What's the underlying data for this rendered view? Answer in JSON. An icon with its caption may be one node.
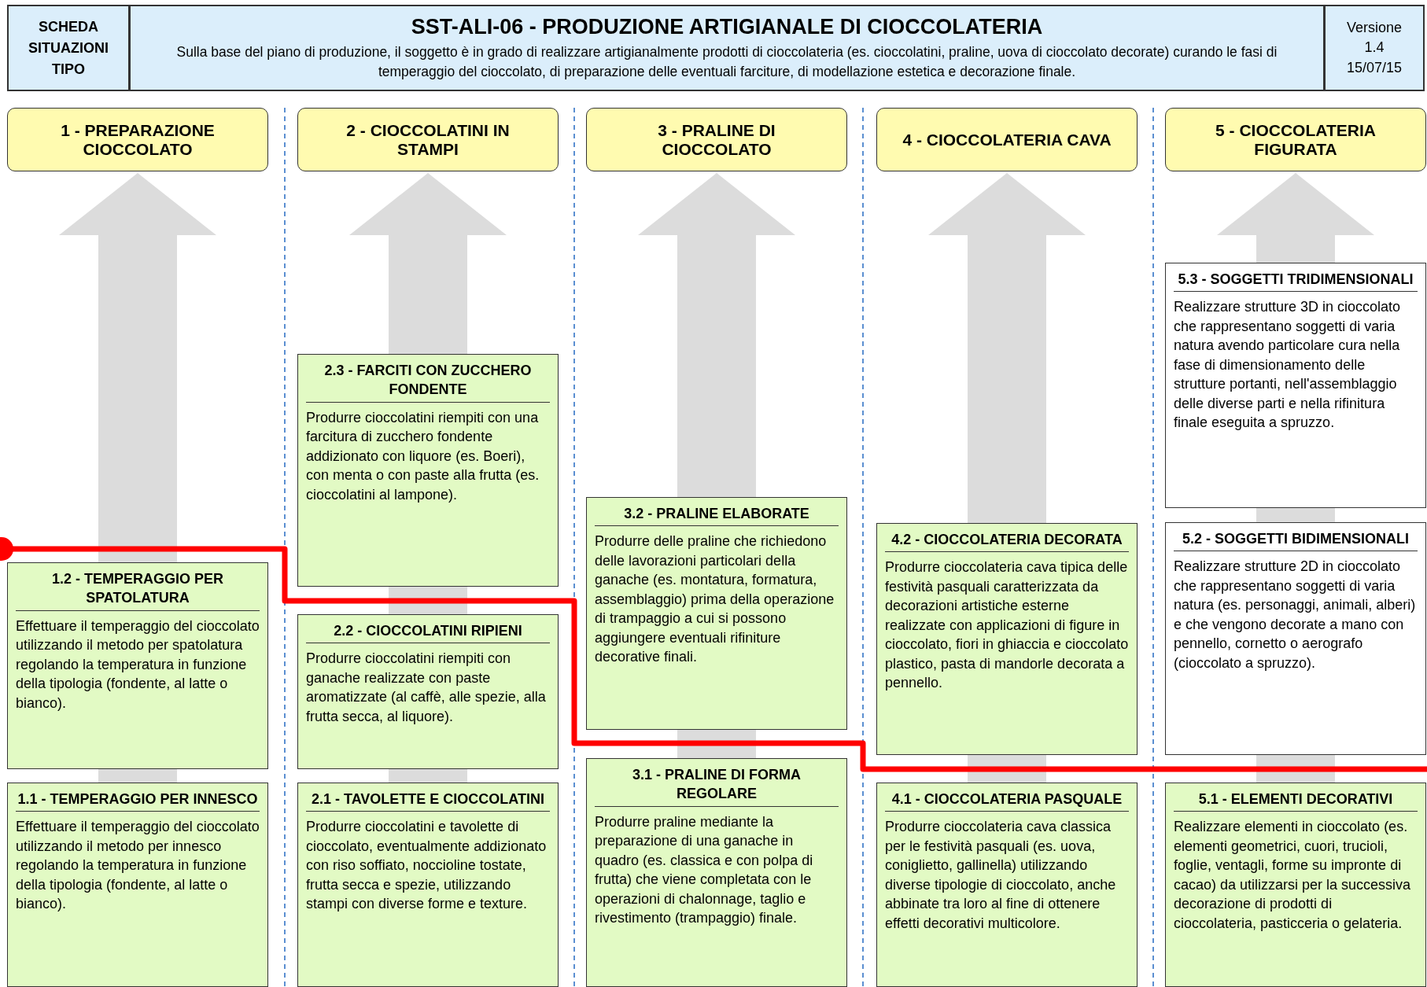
{
  "diagram": {
    "nodes": [
      {
        "text": [
          "SCHEDA SITUAZIONI TIPO"
        ]
      },
      {
        "text": [
          "SST-ALI-06 - PRODUZIONE ARTIGIANALE DI CIOCCOLATERIA",
          "Sulla base del piano di produzione, il soggetto è in grado di realizzare artigianalmente prodotti di cioccolateria (es. cioccolatini, praline, uova di cioccolato decorate) curando le fasi di temperaggio del cioccolato, di preparazione delle eventuali farciture, di modellazione estetica e decorazione finale."
        ]
      },
      {
        "text": [
          "Versione",
          "1.4",
          "15/07/15"
        ]
      },
      {
        "text": [
          "1 - PREPARAZIONE CIOCCOLATO"
        ]
      },
      {
        "text": [
          "1.2 - TEMPERAGGIO PER SPATOLATURA",
          "Effettuare il temperaggio del cioccolato utilizzando il metodo per spatolatura regolando la temperatura in funzione della tipologia (fondente, al latte o bianco)."
        ]
      },
      {
        "text": [
          "1.1 - TEMPERAGGIO PER INNESCO",
          "Effettuare il temperaggio del cioccolato utilizzando il metodo per innesco regolando la temperatura in funzione della tipologia (fondente, al latte o bianco)."
        ]
      },
      {
        "text": [
          "2 - CIOCCOLATINI IN STAMPI"
        ]
      },
      {
        "text": [
          "2.3 - FARCITI CON ZUCCHERO FONDENTE",
          "Produrre cioccolatini riempiti con una farcitura di zucchero fondente addizionato con liquore (es. Boeri), con menta o con paste alla frutta (es. cioccolatini al lampone)."
        ]
      },
      {
        "text": [
          "2.2 - CIOCCOLATINI RIPIENI",
          "Produrre cioccolatini riempiti con ganache realizzate con paste aromatizzate (al caffè, alle spezie, alla frutta secca, al liquore)."
        ]
      },
      {
        "text": [
          "2.1 - TAVOLETTE E CIOCCOLATINI",
          "Produrre cioccolatini e tavolette di cioccolato, eventualmente addizionato con riso soffiato, noccioline tostate, frutta secca e spezie, utilizzando stampi con diverse forme e texture."
        ]
      },
      {
        "text": [
          "3 - PRALINE DI CIOCCOLATO"
        ]
      },
      {
        "text": [
          "3.2 - PRALINE ELABORATE",
          "Produrre delle praline che richiedono delle lavorazioni particolari della ganache (es. montatura, formatura, assemblaggio) prima della operazione di trampaggio a cui si possono aggiungere eventuali rifiniture decorative finali."
        ]
      },
      {
        "text": [
          "3.1 - PRALINE DI FORMA REGOLARE",
          "Produrre praline mediante la preparazione di una ganache in quadro (es. classica e con polpa di frutta) che viene completata con le operazioni di chalonnage, taglio e rivestimento (trampaggio) finale."
        ]
      },
      {
        "text": [
          "4 - CIOCCOLATERIA CAVA"
        ]
      },
      {
        "text": [
          "4.2 - CIOCCOLATERIA DECORATA",
          "Produrre cioccolateria cava tipica delle festività pasquali caratterizzata da decorazioni artistiche esterne realizzate con applicazioni di figure in cioccolato, fiori in ghiaccia e cioccolato plastico, pasta di mandorle decorata a pennello."
        ]
      },
      {
        "text": [
          "4.1 - CIOCCOLATERIA PASQUALE",
          "Produrre cioccolateria cava classica per le festività pasquali (es. uova, coniglietto, gallinella) utilizzando diverse tipologie di cioccolato, anche abbinate tra loro al fine di ottenere effetti decorativi multicolore."
        ]
      },
      {
        "text": [
          "5 - CIOCCOLATERIA FIGURATA"
        ]
      },
      {
        "text": [
          "5.3 - SOGGETTI TRIDIMENSIONALI",
          "Realizzare strutture 3D in cioccolato che rappresentano soggetti di varia natura avendo particolare cura nella fase di dimensionamento delle strutture portanti, nell'assemblaggio delle diverse parti e nella rifinitura finale eseguita a spruzzo."
        ]
      },
      {
        "text": [
          "5.2 - SOGGETTI BIDIMENSIONALI",
          "Realizzare strutture 2D in cioccolato che rappresentano soggetti di varia natura (es. personaggi, animali, alberi) e che vengono decorate a mano con pennello, cornetto o aerografo (cioccolato a spruzzo)."
        ]
      },
      {
        "text": [
          "5.1 - ELEMENTI DECORATIVI",
          "Realizzare elementi in cioccolato (es. elementi geometrici, cuori, trucioli, foglie, ventagli, forme su impronte di cacao) da utilizzarsi per la successiva decorazione di prodotti di cioccolateria, pasticceria o gelateria."
        ]
      }
    ]
  }
}
